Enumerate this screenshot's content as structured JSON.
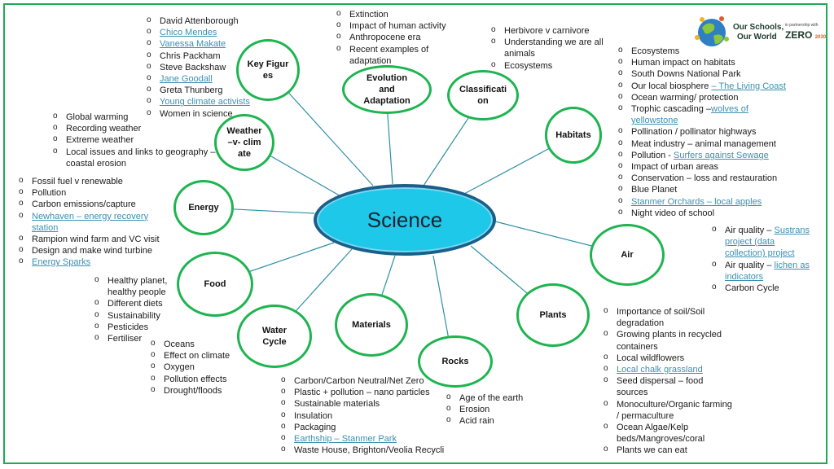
{
  "center": "Science",
  "logo": {
    "line1": "Our Schools,",
    "line2": "Our World",
    "partner": "in partnership with",
    "zero": "ZERO",
    "zero_year": "2030"
  },
  "bubbles": {
    "key_figures": "Key Figures",
    "evolution": "Evolution and Adaptation",
    "classification": "Classification",
    "habitats": "Habitats",
    "weather": "Weather –v- climate",
    "energy": "Energy",
    "air": "Air",
    "food": "Food",
    "materials": "Materials",
    "plants": "Plants",
    "water_cycle": "Water Cycle",
    "rocks": "Rocks"
  },
  "lists": {
    "key_figures": [
      {
        "text": "David Attenborough",
        "link": false
      },
      {
        "text": "Chico Mendes",
        "link": true
      },
      {
        "text": "Vanessa Makate",
        "link": true
      },
      {
        "text": "Chris Packham",
        "link": false
      },
      {
        "text": "Steve Backshaw",
        "link": false
      },
      {
        "text": "Jane Goodall",
        "link": true
      },
      {
        "text": "Greta Thunberg",
        "link": false
      },
      {
        "text": "Young climate activists",
        "link": true
      },
      {
        "text": "Women in science",
        "link": false
      }
    ],
    "evolution": [
      "Extinction",
      "Impact of human activity",
      "Anthropocene era",
      "Recent examples of adaptation"
    ],
    "classification": [
      "Herbivore v carnivore",
      "Understanding we are all animals",
      "Ecosystems"
    ],
    "weather": [
      "Global warming",
      "Recording weather",
      "Extreme weather",
      "Local issues and links to geography – coastal erosion"
    ],
    "energy": [
      {
        "text": "Fossil fuel v renewable",
        "link": false
      },
      {
        "text": "Pollution",
        "link": false
      },
      {
        "text": "Carbon emissions/capture",
        "link": false
      },
      {
        "text": "Newhaven – energy recovery station",
        "link": true
      },
      {
        "text": "Rampion wind farm and VC visit",
        "link": false
      },
      {
        "text": "Design and make wind turbine",
        "link": false
      },
      {
        "text": "Energy Sparks",
        "link": true
      }
    ],
    "food": [
      "Healthy planet, healthy people",
      "Different diets",
      "Sustainability",
      "Pesticides",
      "Fertiliser"
    ],
    "water_cycle": [
      "Oceans",
      "Effect on climate",
      "Oxygen",
      "Pollution effects",
      "Drought/floods"
    ],
    "materials": [
      {
        "text": "Carbon/Carbon Neutral/Net Zero",
        "link": false
      },
      {
        "text": "Plastic + pollution – nano particles",
        "link": false
      },
      {
        "text": "Sustainable materials",
        "link": false
      },
      {
        "text": "Insulation",
        "link": false
      },
      {
        "text": "Packaging",
        "link": false
      },
      {
        "text": "Earthship – Stanmer Park",
        "link": true
      },
      {
        "text": "Waste House, Brighton/Veolia Recycling",
        "link": false
      }
    ],
    "rocks": [
      "Age of the earth",
      "Erosion",
      "Acid rain"
    ],
    "habitats": [
      {
        "text": "Ecosystems"
      },
      {
        "text": "Human impact on habitats"
      },
      {
        "text": "South Downs National Park"
      },
      {
        "text": "Our local biosphere ",
        "link_text": "– The Living Coast"
      },
      {
        "text": "Ocean warming/ protection"
      },
      {
        "text": "Trophic cascading –",
        "link_text": "wolves of yellowstone"
      },
      {
        "text": "Pollination / pollinator highways"
      },
      {
        "text": "Meat industry – animal management"
      },
      {
        "text": "Pollution - ",
        "link_text": "Surfers against Sewage"
      },
      {
        "text": "Impact of urban areas"
      },
      {
        "text": "Conservation – loss and restauration"
      },
      {
        "text": "Blue Planet"
      },
      {
        "text": "",
        "link_text": "Stanmer Orchards – local apples"
      },
      {
        "text": "Night video of school"
      }
    ],
    "air": [
      {
        "text": "Air quality – ",
        "link_text": "Sustrans project (data collection) project"
      },
      {
        "text": "Air quality – ",
        "link_text": "lichen as indicators"
      },
      {
        "text": "Carbon Cycle"
      }
    ],
    "plants": [
      {
        "text": "Importance of soil/Soil degradation",
        "link": false
      },
      {
        "text": "Growing plants in recycled containers",
        "link": false
      },
      {
        "text": "Local wildflowers",
        "link": false
      },
      {
        "text": "Local chalk grassland",
        "link": true
      },
      {
        "text": "Seed dispersal – food sources",
        "link": false
      },
      {
        "text": "Monoculture/Organic farming / permaculture",
        "link": false
      },
      {
        "text": "Ocean Algae/Kelp beds/Mangroves/coral",
        "link": false
      },
      {
        "text": "Plants we can eat",
        "link": false
      }
    ]
  }
}
